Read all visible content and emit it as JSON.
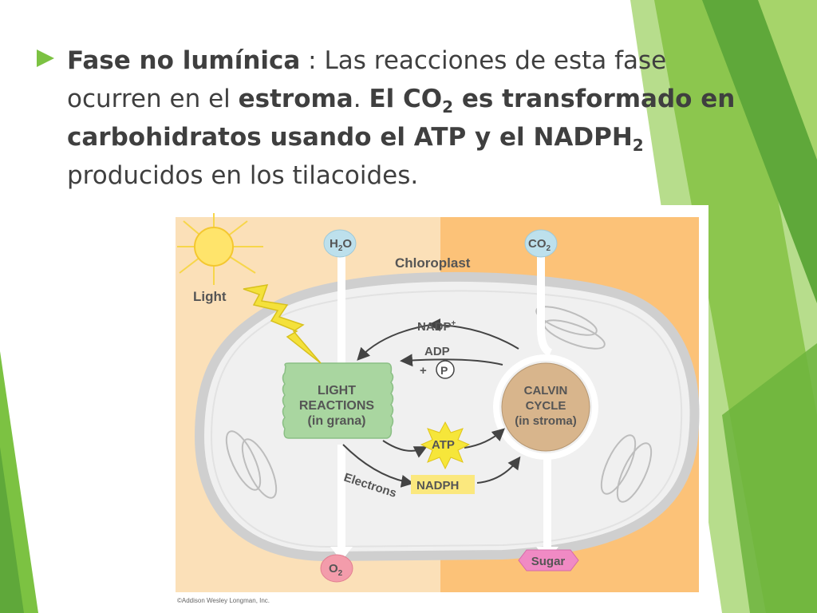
{
  "slide": {
    "bullet": {
      "part1_bold": "Fase no lumínica",
      "part2": " : Las reacciones de esta fase ocurren en el ",
      "part3_bold": "estroma",
      "part4": ". ",
      "part5_bold": "El CO",
      "sub1": "2",
      "part6_bold": " es transformado en carbohidratos usando el ATP y el NADPH",
      "sub2": "2",
      "part7": " producidos en los tilacoides."
    },
    "accent_color": "#7cc242"
  },
  "diagram": {
    "h2o": {
      "main": "H",
      "sub": "2",
      "tail": "O"
    },
    "co2": {
      "main": "CO",
      "sub": "2"
    },
    "o2": {
      "main": "O",
      "sub": "2"
    },
    "chloroplast": "Chloroplast",
    "light": "Light",
    "nadp_plus": "NADP",
    "nadp_sup": "+",
    "adp": "ADP",
    "plus": "+",
    "p": "P",
    "light_reactions": [
      "LIGHT",
      "REACTIONS",
      "(in grana)"
    ],
    "calvin_cycle": [
      "CALVIN",
      "CYCLE",
      "(in stroma)"
    ],
    "atp": "ATP",
    "nadph": "NADPH",
    "electrons": "Electrons",
    "sugar": "Sugar",
    "copyright": "©Addison Wesley Longman, Inc."
  }
}
